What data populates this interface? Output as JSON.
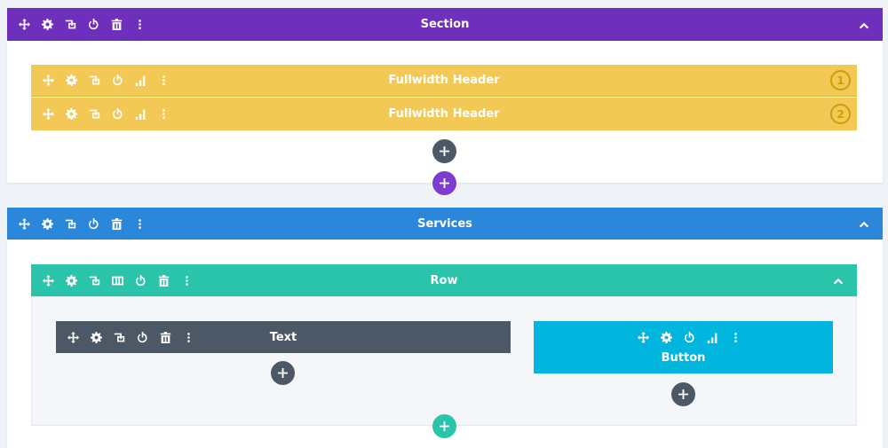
{
  "colors": {
    "section": "#6f2fbd",
    "services": "#2b87da",
    "row": "#29c4a9",
    "module_header": "#f2c955",
    "module_dark": "#4c5866",
    "module_button": "#00b6df",
    "add_dark": "#4c5866",
    "add_purple": "#7d3bcf",
    "add_teal": "#29c4a9"
  },
  "section1": {
    "title": "Section"
  },
  "headers": [
    {
      "title": "Fullwidth Header",
      "number": "1"
    },
    {
      "title": "Fullwidth Header",
      "number": "2"
    }
  ],
  "section2": {
    "title": "Services"
  },
  "row": {
    "title": "Row"
  },
  "text_module": {
    "title": "Text"
  },
  "button_module": {
    "title": "Button"
  }
}
